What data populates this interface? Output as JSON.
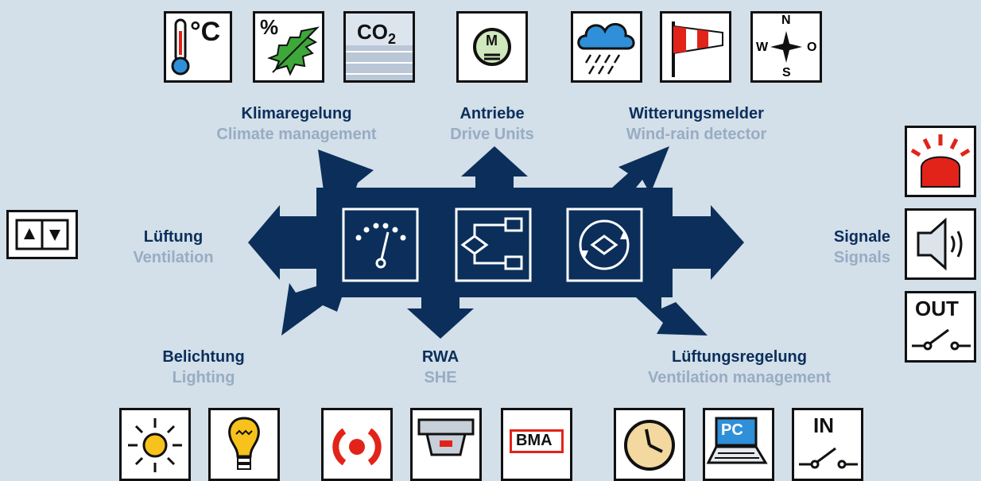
{
  "groups": {
    "climate": {
      "de": "Klimaregelung",
      "en": "Climate management"
    },
    "drives": {
      "de": "Antriebe",
      "en": "Drive Units"
    },
    "weather": {
      "de": "Witterungsmelder",
      "en": "Wind-rain detector"
    },
    "ventilation": {
      "de": "Lüftung",
      "en": "Ventilation"
    },
    "signals": {
      "de": "Signale",
      "en": "Signals"
    },
    "lighting": {
      "de": "Belichtung",
      "en": "Lighting"
    },
    "she": {
      "de": "RWA",
      "en": "SHE"
    },
    "vent_mgmt": {
      "de": "Lüftungsregelung",
      "en": "Ventilation management"
    }
  },
  "icon_text": {
    "celsius": "°C",
    "percent": "%",
    "co2": "CO",
    "co2_sub": "2",
    "motor": "M",
    "north": "N",
    "west": "W",
    "east": "O",
    "south": "S",
    "out": "OUT",
    "pc": "PC",
    "bma": "BMA",
    "in": "IN"
  },
  "colors": {
    "background": "#d3dfe9",
    "hub": "#0b2f5a",
    "label_de": "#0b2f5a",
    "label_en": "#98acc3",
    "accent_red": "#e2231a",
    "accent_green": "#3da73a",
    "accent_blue": "#2f8fd8"
  }
}
